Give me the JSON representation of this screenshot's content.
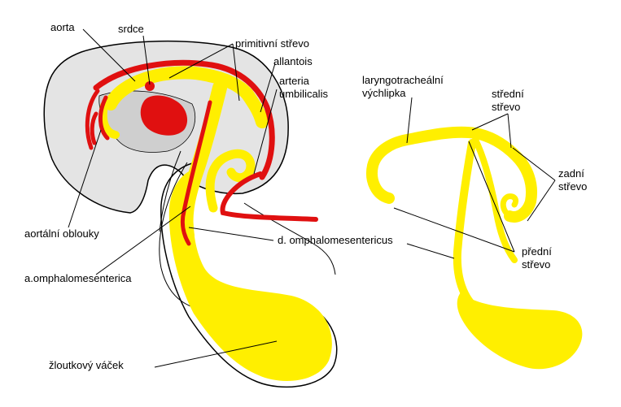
{
  "labels": {
    "aorta": "aorta",
    "srdce": "srdce",
    "primitivni_strevo": "primitivní střevo",
    "allantois": "allantois",
    "arteria": "arteria",
    "umbilicalis": "umbilicalis",
    "aortalni_oblouky": "aortální oblouky",
    "omphalomesentericus": "d. omphalomesentericus",
    "a_omphalomesenterica": "a.omphalomesenterica",
    "zloutkovy_vacek": "žloutkový váček",
    "laryngo_1": "laryngotracheální",
    "laryngo_2": "výchlipka",
    "stredni_1": "střední",
    "stredni_2": "střevo",
    "zadni_1": "zadní",
    "zadni_2": "střevo",
    "predni_1": "přední",
    "predni_2": "střevo"
  },
  "colors": {
    "gut": "#ffef00",
    "vessel": "#e01010",
    "embryo": "#e4e4e4",
    "outline": "#000000"
  }
}
